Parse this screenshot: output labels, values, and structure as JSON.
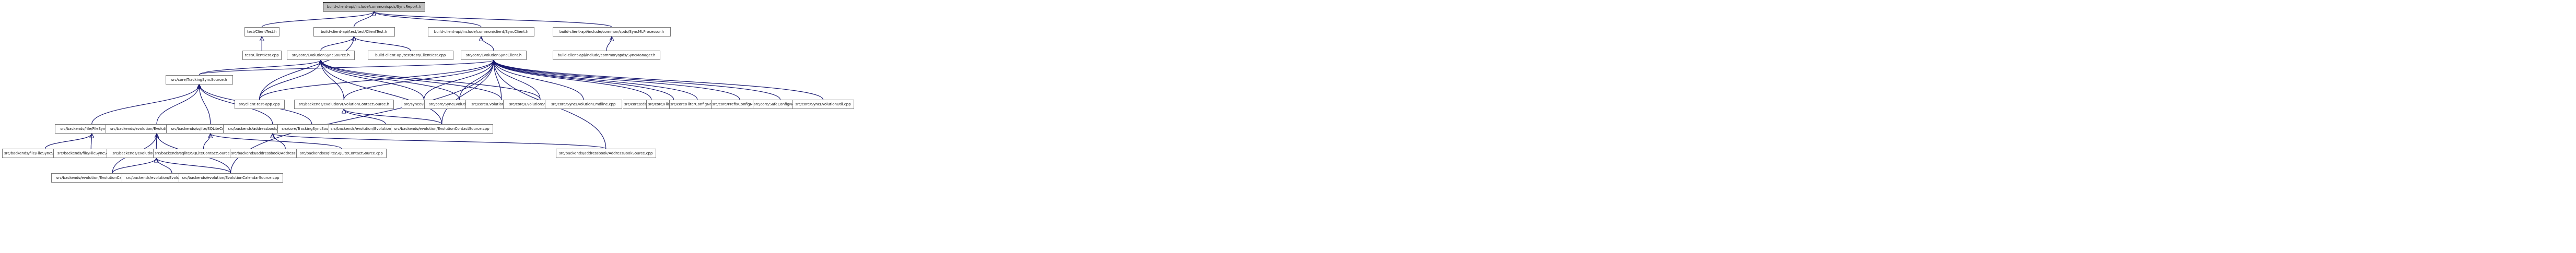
{
  "graph": {
    "nodes": [
      {
        "id": "root",
        "label": "build-client-api/include/common/spds/SyncReport.h",
        "interactable": false
      },
      {
        "id": "clienttest_h",
        "label": "test/ClientTest.h",
        "interactable": true
      },
      {
        "id": "bca_clienttest_h",
        "label": "build-client-api/test/test/ClientTest.h",
        "interactable": true
      },
      {
        "id": "bca_syncclient_h",
        "label": "build-client-api/include/common/client/SyncClient.h",
        "interactable": true
      },
      {
        "id": "bca_syncmlprocessor_h",
        "label": "build-client-api/include/common/spds/SyncMLProcessor.h",
        "interactable": true
      },
      {
        "id": "clienttest_cpp",
        "label": "test/ClientTest.cpp",
        "interactable": true
      },
      {
        "id": "evolutionsyncsource_h",
        "label": "src/core/EvolutionSyncSource.h",
        "interactable": true
      },
      {
        "id": "bca_clienttest_cpp",
        "label": "build-client-api/test/test/ClientTest.cpp",
        "interactable": true
      },
      {
        "id": "evolutionsyncclient_h",
        "label": "src/core/EvolutionSyncClient.h",
        "interactable": true
      },
      {
        "id": "bca_syncmanager_h",
        "label": "build-client-api/include/common/spds/SyncManager.h",
        "interactable": true
      },
      {
        "id": "trackingsyncsource_h",
        "label": "src/core/TrackingSyncSource.h",
        "interactable": true
      },
      {
        "id": "client_test_app_cpp",
        "label": "src/client-test-app.cpp",
        "interactable": true
      },
      {
        "id": "evocontactsource_h",
        "label": "src/backends/evolution/EvolutionContactSource.h",
        "interactable": true
      },
      {
        "id": "syncevolution_cpp",
        "label": "src/syncevolution.cpp",
        "interactable": true
      },
      {
        "id": "syncevolutionconfig_cpp",
        "label": "src/core/SyncEvolutionConfig.cpp",
        "interactable": true
      },
      {
        "id": "evolutionsyncclient_cpp",
        "label": "src/core/EvolutionSyncClient.cpp",
        "interactable": true
      },
      {
        "id": "evolutionsyncsource_cpp",
        "label": "src/core/EvolutionSyncSource.cpp",
        "interactable": true
      },
      {
        "id": "syncevolutioncmdline_cpp",
        "label": "src/core/SyncEvolutionCmdline.cpp",
        "interactable": true
      },
      {
        "id": "eds_abi_wrapper_cpp",
        "label": "src/core/eds_abi_wrapper.cpp",
        "interactable": true
      },
      {
        "id": "fileconfignode_cpp",
        "label": "src/core/FileConfigNode.cpp",
        "interactable": true
      },
      {
        "id": "filterconfignode_cpp",
        "label": "src/core/FilterConfigNode.cpp",
        "interactable": true
      },
      {
        "id": "prefixconfignode_cpp",
        "label": "src/core/PrefixConfigNode.cpp",
        "interactable": true
      },
      {
        "id": "safeconfignode_cpp",
        "label": "src/core/SafeConfigNode.cpp",
        "interactable": true
      },
      {
        "id": "syncevolutionutil_cpp",
        "label": "src/core/SyncEvolutionUtil.cpp",
        "interactable": true
      },
      {
        "id": "filesyncsource_h",
        "label": "src/backends/file/FileSyncSource.h",
        "interactable": true
      },
      {
        "id": "evocalendarsource_h",
        "label": "src/backends/evolution/EvolutionCalendarSource.h",
        "interactable": true
      },
      {
        "id": "sqlitecontactsource_h",
        "label": "src/backends/sqlite/SQLiteContactSource.h",
        "interactable": true
      },
      {
        "id": "addressbooksource_h",
        "label": "src/backends/addressbook/AddressBookSource.h",
        "interactable": true
      },
      {
        "id": "trackingsyncsource_cpp",
        "label": "src/core/TrackingSyncSource.cpp",
        "interactable": true
      },
      {
        "id": "evocontactsourceregister_cpp",
        "label": "src/backends/evolution/EvolutionContactSourceRegister.cpp",
        "interactable": true
      },
      {
        "id": "evocontactsource_cpp",
        "label": "src/backends/evolution/EvolutionContactSource.cpp",
        "interactable": true
      },
      {
        "id": "filesyncsourceregister_cpp",
        "label": "src/backends/file/FileSyncSourceRegister.cpp",
        "interactable": true
      },
      {
        "id": "filesyncsource_cpp",
        "label": "src/backends/file/FileSyncSource.cpp",
        "interactable": true
      },
      {
        "id": "evomemosource_h",
        "label": "src/backends/evolution/EvolutionMemoSource.h",
        "interactable": true
      },
      {
        "id": "sqlitecontactsourceregister_cpp",
        "label": "src/backends/sqlite/SQLiteContactSourceRegister.cpp",
        "interactable": true
      },
      {
        "id": "addressbooksourceregister_cpp",
        "label": "src/backends/addressbook/AddressBookSourceRegister.cpp",
        "interactable": true
      },
      {
        "id": "sqlitecontactsource_cpp",
        "label": "src/backends/sqlite/SQLiteContactSource.cpp",
        "interactable": true
      },
      {
        "id": "addressbooksource_cpp",
        "label": "src/backends/addressbook/AddressBookSource.cpp",
        "interactable": true
      },
      {
        "id": "evocalendarsourceregister_cpp",
        "label": "src/backends/evolution/EvolutionCalendarSourceRegister.cpp",
        "interactable": true
      },
      {
        "id": "evomemosource_cpp",
        "label": "src/backends/evolution/EvolutionMemoSource.cpp",
        "interactable": true
      },
      {
        "id": "evocalendarsource_cpp",
        "label": "src/backends/evolution/EvolutionCalendarSource.cpp",
        "interactable": true
      }
    ],
    "edges": [
      [
        "root",
        "clienttest_h"
      ],
      [
        "root",
        "bca_clienttest_h"
      ],
      [
        "root",
        "bca_syncclient_h"
      ],
      [
        "root",
        "bca_syncmlprocessor_h"
      ],
      [
        "clienttest_h",
        "clienttest_cpp"
      ],
      [
        "bca_clienttest_h",
        "evolutionsyncsource_h"
      ],
      [
        "bca_clienttest_h",
        "bca_clienttest_cpp"
      ],
      [
        "bca_clienttest_h",
        "client_test_app_cpp"
      ],
      [
        "bca_syncclient_h",
        "evolutionsyncclient_h"
      ],
      [
        "bca_syncmlprocessor_h",
        "bca_syncmanager_h"
      ],
      [
        "evolutionsyncsource_h",
        "trackingsyncsource_h"
      ],
      [
        "evolutionsyncsource_h",
        "evocontactsource_h"
      ],
      [
        "evolutionsyncsource_h",
        "syncevolution_cpp"
      ],
      [
        "evolutionsyncsource_h",
        "syncevolutionconfig_cpp"
      ],
      [
        "evolutionsyncsource_h",
        "evolutionsyncclient_cpp"
      ],
      [
        "evolutionsyncsource_h",
        "evolutionsyncsource_cpp"
      ],
      [
        "evolutionsyncsource_h",
        "client_test_app_cpp"
      ],
      [
        "evolutionsyncsource_h",
        "evocontactsource_cpp"
      ],
      [
        "evolutionsyncclient_h",
        "client_test_app_cpp"
      ],
      [
        "evolutionsyncclient_h",
        "evocontactsource_h"
      ],
      [
        "evolutionsyncclient_h",
        "syncevolution_cpp"
      ],
      [
        "evolutionsyncclient_h",
        "syncevolutionconfig_cpp"
      ],
      [
        "evolutionsyncclient_h",
        "evolutionsyncclient_cpp"
      ],
      [
        "evolutionsyncclient_h",
        "evolutionsyncsource_cpp"
      ],
      [
        "evolutionsyncclient_h",
        "syncevolutioncmdline_cpp"
      ],
      [
        "evolutionsyncclient_h",
        "eds_abi_wrapper_cpp"
      ],
      [
        "evolutionsyncclient_h",
        "fileconfignode_cpp"
      ],
      [
        "evolutionsyncclient_h",
        "filterconfignode_cpp"
      ],
      [
        "evolutionsyncclient_h",
        "prefixconfignode_cpp"
      ],
      [
        "evolutionsyncclient_h",
        "safeconfignode_cpp"
      ],
      [
        "evolutionsyncclient_h",
        "syncevolutionutil_cpp"
      ],
      [
        "evolutionsyncclient_h",
        "trackingsyncsource_h"
      ],
      [
        "evolutionsyncclient_h",
        "evocontactsource_cpp"
      ],
      [
        "evolutionsyncclient_h",
        "addressbooksource_cpp"
      ],
      [
        "evolutionsyncclient_h",
        "evocalendarsource_cpp"
      ],
      [
        "trackingsyncsource_h",
        "filesyncsource_h"
      ],
      [
        "trackingsyncsource_h",
        "evocalendarsource_h"
      ],
      [
        "trackingsyncsource_h",
        "sqlitecontactsource_h"
      ],
      [
        "trackingsyncsource_h",
        "addressbooksource_h"
      ],
      [
        "trackingsyncsource_h",
        "trackingsyncsource_cpp"
      ],
      [
        "evocontactsource_h",
        "evocontactsourceregister_cpp"
      ],
      [
        "evocontactsource_h",
        "evocontactsource_cpp"
      ],
      [
        "filesyncsource_h",
        "filesyncsourceregister_cpp"
      ],
      [
        "filesyncsource_h",
        "filesyncsource_cpp"
      ],
      [
        "evocalendarsource_h",
        "evomemosource_h"
      ],
      [
        "evocalendarsource_h",
        "evocalendarsourceregister_cpp"
      ],
      [
        "evocalendarsource_h",
        "evocalendarsource_cpp"
      ],
      [
        "sqlitecontactsource_h",
        "sqlitecontactsourceregister_cpp"
      ],
      [
        "sqlitecontactsource_h",
        "sqlitecontactsource_cpp"
      ],
      [
        "addressbooksource_h",
        "addressbooksourceregister_cpp"
      ],
      [
        "addressbooksource_h",
        "addressbooksource_cpp"
      ],
      [
        "evomemosource_h",
        "evocalendarsourceregister_cpp"
      ],
      [
        "evomemosource_h",
        "evomemosource_cpp"
      ],
      [
        "evomemosource_h",
        "evocalendarsource_cpp"
      ]
    ]
  },
  "colors": {
    "edge": "#191970",
    "root_fill": "#bfbfbf",
    "node_fill": "#ffffff",
    "node_border": "#7a7a7a"
  }
}
